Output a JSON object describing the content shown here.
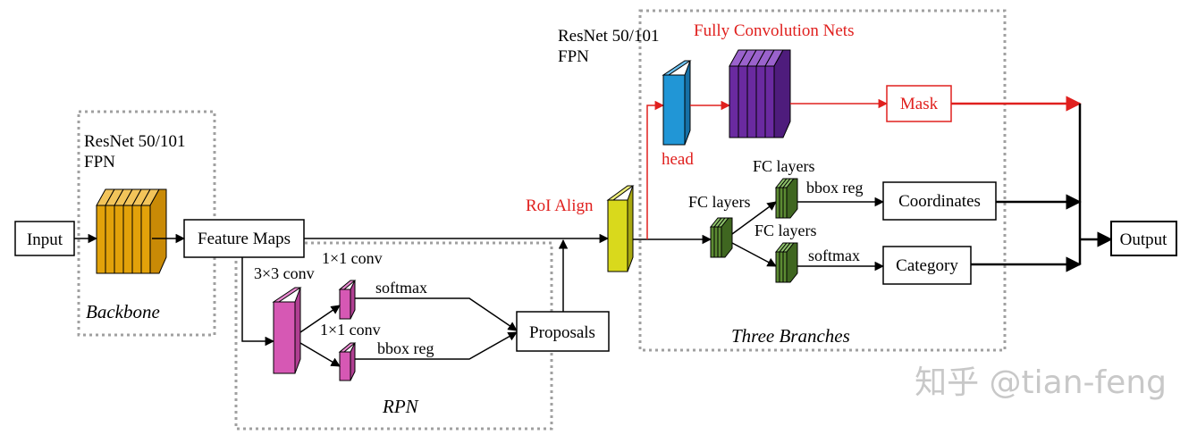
{
  "colors": {
    "backbone_block": "#e2a20a",
    "rpn_block": "#d658b4",
    "roi_block": "#d9d91c",
    "head_block": "#2196d6",
    "fcn_block": "#6a2aa0",
    "fc_block": "#5b8a32",
    "red_accent": "#e0201e",
    "dotted_border": "#a0a0a0"
  },
  "backbone": {
    "title_line1": "ResNet 50/101",
    "title_line2": "FPN",
    "caption": "Backbone"
  },
  "nodes": {
    "input": "Input",
    "feature_maps": "Feature Maps",
    "proposals": "Proposals",
    "mask": "Mask",
    "coordinates": "Coordinates",
    "category": "Category",
    "output": "Output"
  },
  "rpn": {
    "conv3": "3×3 conv",
    "conv1_top": "1×1 conv",
    "conv1_bottom": "1×1 conv",
    "softmax": "softmax",
    "bbox_reg": "bbox reg",
    "caption": "RPN"
  },
  "roi_align": "RoI Align",
  "branches": {
    "title_line1": "ResNet 50/101",
    "title_line2": "FPN",
    "fcn_title": "Fully Convolution Nets",
    "head": "head",
    "fc_layers_left": "FC layers",
    "fc_layers_top": "FC layers",
    "bbox_reg": "bbox reg",
    "fc_layers_bottom": "FC layers",
    "softmax": "softmax",
    "caption": "Three Branches"
  },
  "watermark": "知乎 @tian-feng"
}
